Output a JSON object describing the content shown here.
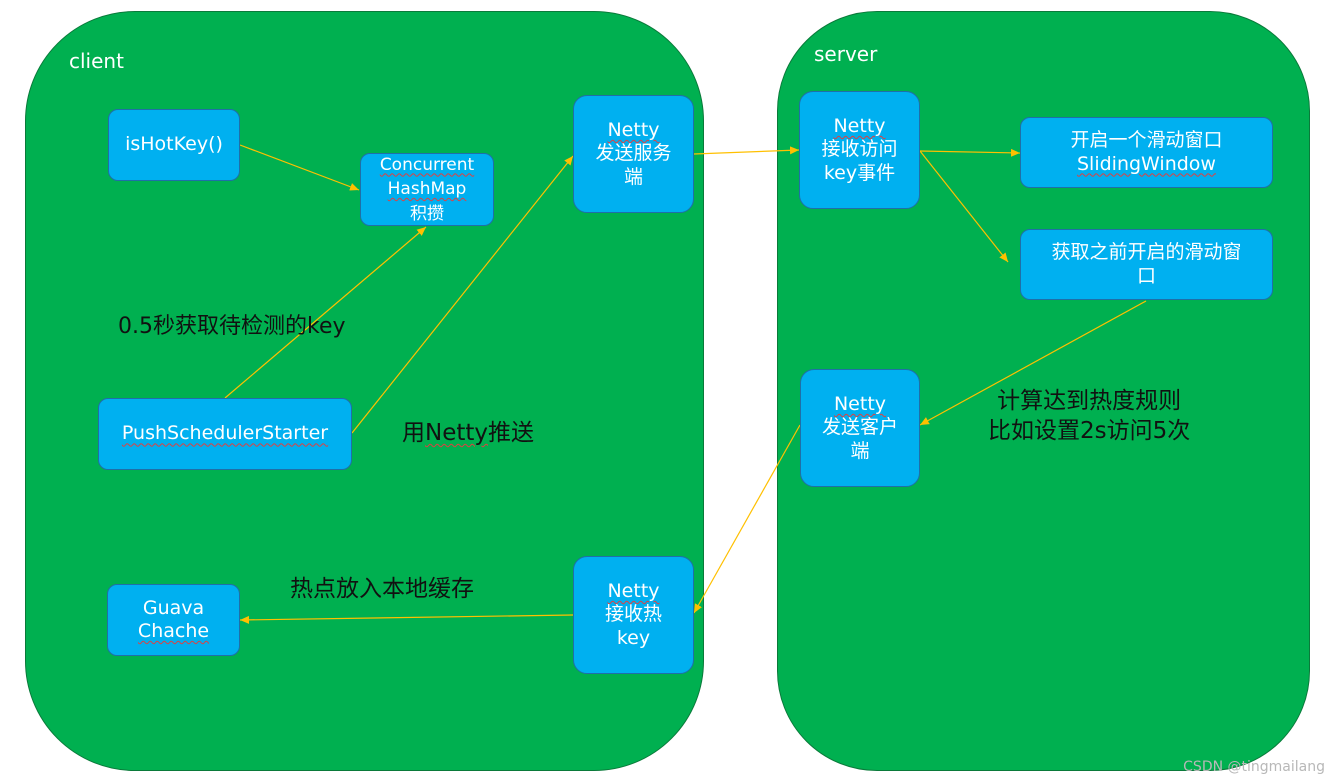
{
  "client": {
    "label": "client"
  },
  "server": {
    "label": "server"
  },
  "boxes": {
    "is_hot_key": "isHotKey()",
    "concurrent_hashmap": {
      "line1": "Concurrent",
      "line2": "HashMap",
      "line3": "积攒"
    },
    "netty_send_server": {
      "line1": "Netty",
      "line2": "发送服务",
      "line3": "端"
    },
    "push_scheduler": "PushSchedulerStarter",
    "guava_cache": {
      "line1": "Guava",
      "line2": "Chache"
    },
    "netty_receive_hot": {
      "line1": "Netty",
      "line2": "接收热",
      "line3": "key"
    },
    "netty_receive_event": {
      "line1": "Netty",
      "line2": "接收访问",
      "line3": "key事件"
    },
    "open_window": {
      "line1": "开启一个滑动窗口",
      "line2": "SlidingWindow"
    },
    "get_window": {
      "line1": "获取之前开启的滑动窗",
      "line2": "口"
    },
    "netty_send_client": {
      "line1": "Netty",
      "line2": "发送客户",
      "line3": "端"
    }
  },
  "notes": {
    "fetch_keys": "0.5秒获取待检测的key",
    "push_by_netty_prefix": "用",
    "push_by_netty_word": "Netty",
    "push_by_netty_suffix": "推送",
    "hot_to_local": "热点放入本地缓存",
    "calc_rule_line1": "计算达到热度规则",
    "calc_rule_line2": "比如设置2s访问5次"
  },
  "watermark": "CSDN @tingmailang",
  "colors": {
    "panel_green": "#00b050",
    "box_blue": "#00b0f0",
    "arrow_yellow": "#ffc000"
  }
}
